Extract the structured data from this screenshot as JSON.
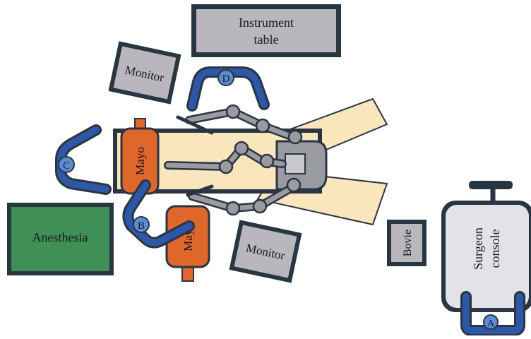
{
  "labels": {
    "instrument_table_line1": "Instrument",
    "instrument_table_line2": "table",
    "monitor_top": "Monitor",
    "monitor_bottom": "Monitor",
    "anesthesia": "Anesthesia",
    "mayo_top": "Mayo",
    "mayo_bottom": "Mayo",
    "bovie": "Bovie",
    "surgeon_console_line1": "Surgeon",
    "surgeon_console_line2": "console",
    "position_a": "A",
    "position_b": "B",
    "position_c": "C",
    "position_d": "D"
  },
  "colors": {
    "outline": "#2a3542",
    "furniture_fill": "#b9b7bd",
    "console_fill": "#e3e2e8",
    "anesthesia_fill": "#3f8f57",
    "mayo_fill": "#e0672b",
    "patient_fill": "#fae6bd",
    "person_blue": "#2e57a7",
    "badge_blue": "#5c8cd4",
    "robot_arm": "#9a9ba0"
  }
}
